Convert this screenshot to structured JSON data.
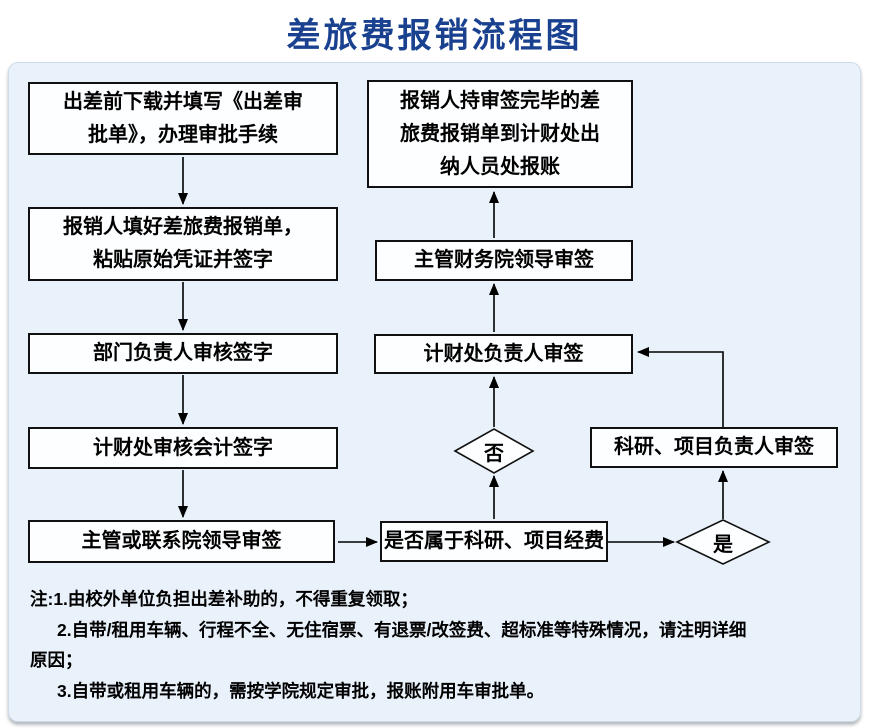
{
  "title": "差旅费报销流程图",
  "colors": {
    "title_blue": "#1a418f",
    "panel_bg": "#e9f1fa",
    "node_bg": "#fdfeff",
    "line_black": "#000000"
  },
  "nodes": {
    "download_form": {
      "label": "出差前下载并填写《出差审批单》，办理审批手续"
    },
    "fill_form": {
      "label": "报销人填好差旅费报销单，粘贴原始凭证并签字"
    },
    "dept_head_check": {
      "label": "部门负责人审核签字"
    },
    "finance_accountant_check": {
      "label": "计财处审核会计签字"
    },
    "supervisor_dean_sign": {
      "label": "主管或联系院领导审签"
    },
    "is_research_project_fund": {
      "label": "是否属于科研、项目经费"
    },
    "decision_no": {
      "label": "否"
    },
    "decision_yes": {
      "label": "是"
    },
    "research_project_leader_sign": {
      "label": "科研、项目负责人审签"
    },
    "finance_office_head_sign": {
      "label": "计财处负责人审签"
    },
    "finance_dean_sign": {
      "label": "主管财务院领导审签"
    },
    "cashier_reimburse": {
      "label": "报销人持审签完毕的差旅费报销单到计财处出纳人员处报账"
    }
  },
  "notes": [
    "注:1.由校外单位负担出差补助的，不得重复领取；",
    "2.自带/租用车辆、行程不全、无住宿票、有退票/改签费、超标准等特殊情况，请注明详细",
    "原因；",
    "3.自带或租用车辆的，需按学院规定审批，报账附用车审批单。"
  ]
}
